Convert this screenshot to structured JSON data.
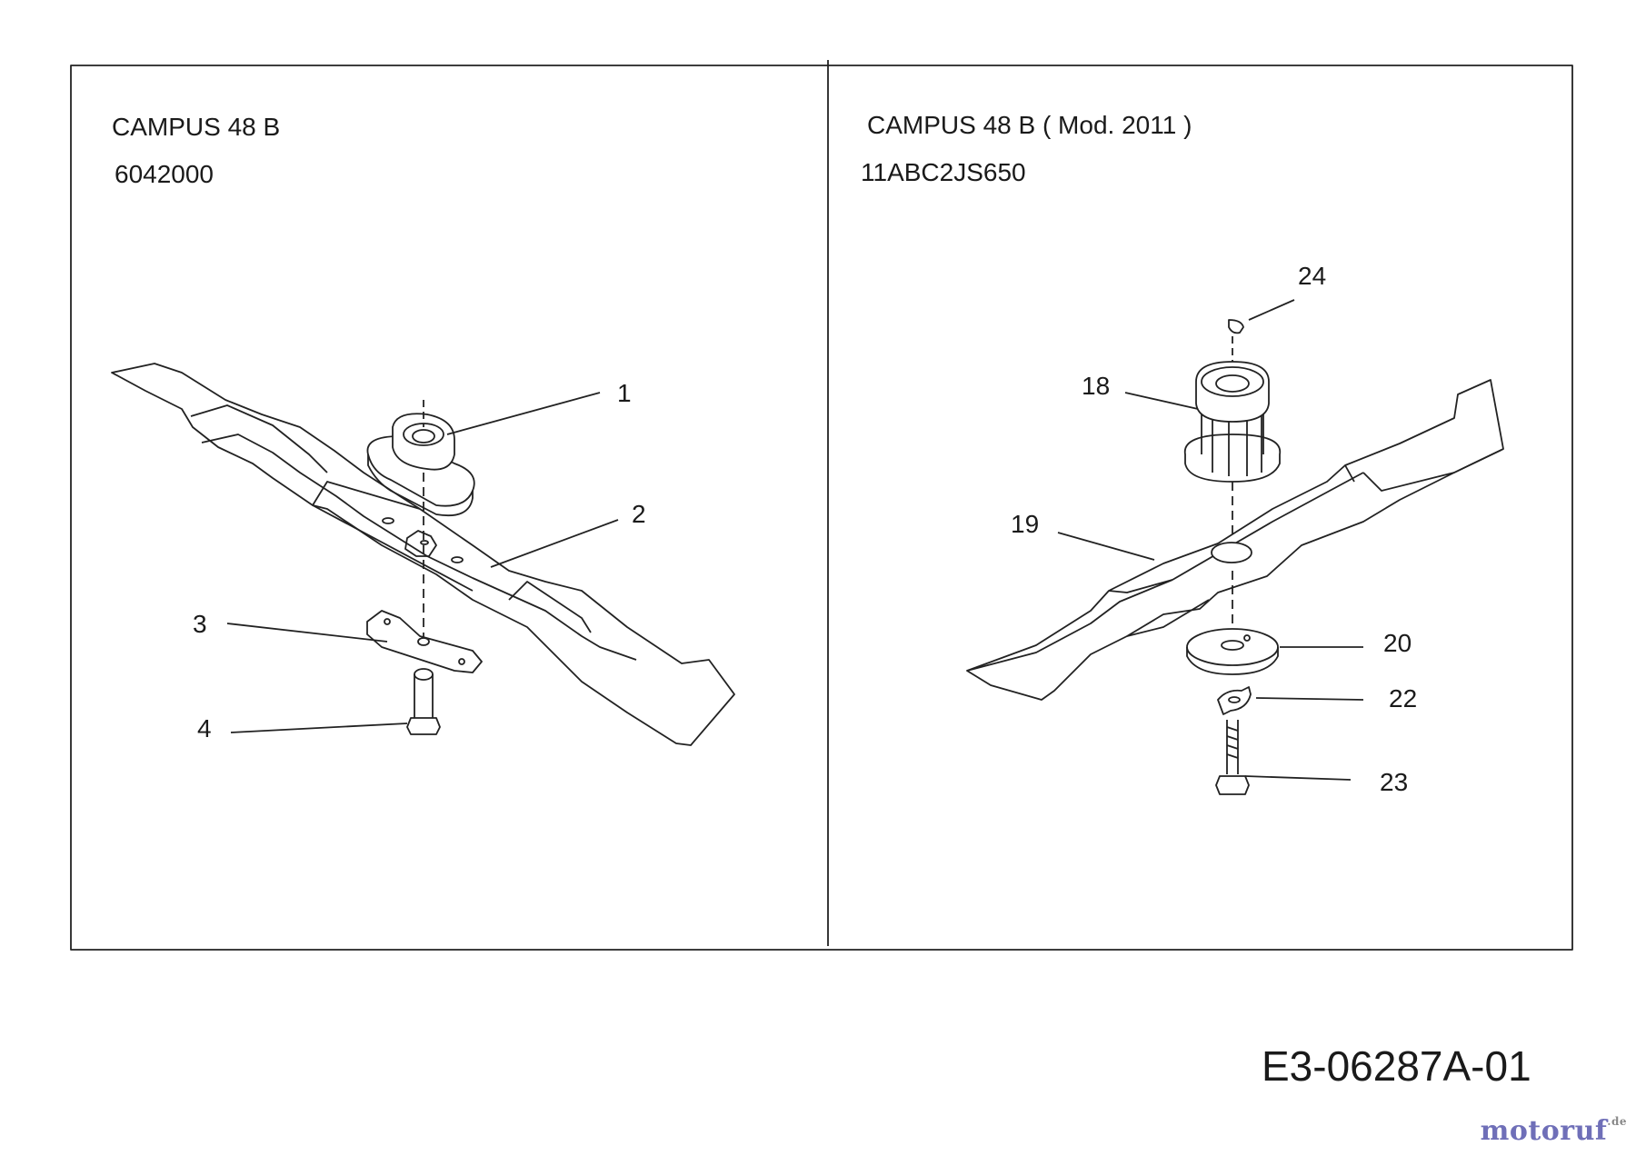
{
  "left_panel": {
    "title": "CAMPUS 48 B",
    "part_number": "6042000",
    "callouts": [
      "1",
      "2",
      "3",
      "4"
    ]
  },
  "right_panel": {
    "title": "CAMPUS 48 B  ( Mod. 2011 )",
    "part_number": "11ABC2JS650",
    "callouts": [
      "24",
      "18",
      "19",
      "20",
      "22",
      "23"
    ]
  },
  "drawing_id": "E3-06287A-01",
  "watermark": {
    "logo_text": "motoruf",
    "tld": ".de"
  }
}
